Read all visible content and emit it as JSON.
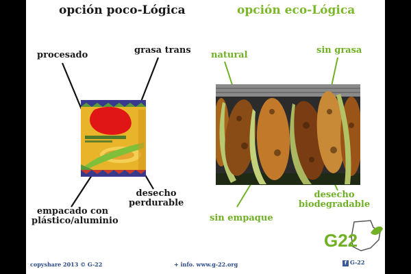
{
  "titles": {
    "left": "opción poco-Lógica",
    "right": "opción eco-Lógica"
  },
  "left_labels": {
    "procesado": "procesado",
    "grasa_trans": "grasa trans",
    "empacado_line1": "empacado con",
    "empacado_line2": "plástico/aluminio",
    "desecho_line1": "desecho",
    "desecho_line2": "perdurable"
  },
  "right_labels": {
    "natural": "natural",
    "sin_grasa": "sin grasa",
    "sin_empaque": "sin empaque",
    "desecho_line1": "desecho",
    "desecho_line2": "biodegradable"
  },
  "footer": {
    "copyshare": "copyshare 2013 © G-22",
    "info": "+ info.  www.g-22.org",
    "logo_text": "G22",
    "facebook": "G-22"
  },
  "colors": {
    "green": "#6fb025",
    "dark": "#1a1a1a",
    "footer_blue": "#2a4a8a"
  }
}
